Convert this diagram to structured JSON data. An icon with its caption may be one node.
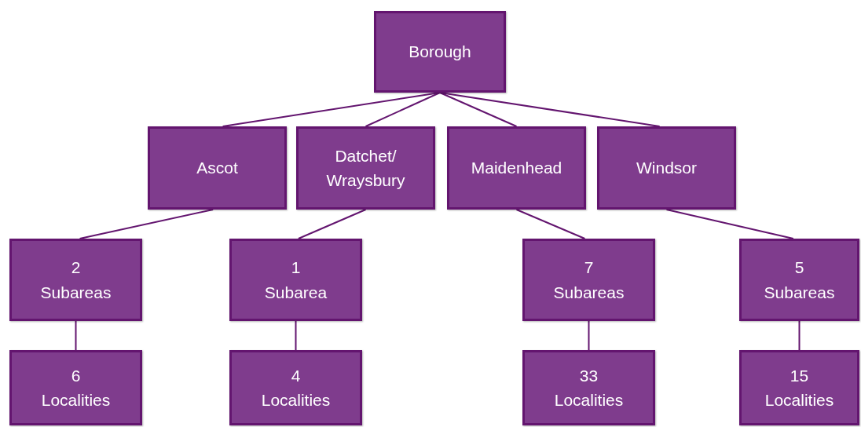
{
  "diagram": {
    "nodes": [
      {
        "text": [
          "Borough"
        ]
      },
      {
        "text": [
          "Ascot"
        ]
      },
      {
        "text": [
          "Datchet/ Wraysbury"
        ]
      },
      {
        "text": [
          "Maidenhead"
        ]
      },
      {
        "text": [
          "Windsor"
        ]
      },
      {
        "text": [
          "2 Subareas"
        ]
      },
      {
        "text": [
          "1 Subarea"
        ]
      },
      {
        "text": [
          "7 Subareas"
        ]
      },
      {
        "text": [
          "5 Subareas"
        ]
      },
      {
        "text": [
          "6 Localities"
        ]
      },
      {
        "text": [
          "4 Localities"
        ]
      },
      {
        "text": [
          "33 Localities"
        ]
      },
      {
        "text": [
          "15 Localities"
        ]
      }
    ],
    "edges": [
      {
        "from": 0,
        "to": 1,
        "arrow": "none"
      },
      {
        "from": 0,
        "to": 2,
        "arrow": "none"
      },
      {
        "from": 0,
        "to": 3,
        "arrow": "none"
      },
      {
        "from": 0,
        "to": 4,
        "arrow": "none"
      },
      {
        "from": 1,
        "to": 5,
        "arrow": "none"
      },
      {
        "from": 2,
        "to": 6,
        "arrow": "none"
      },
      {
        "from": 3,
        "to": 7,
        "arrow": "none"
      },
      {
        "from": 4,
        "to": 8,
        "arrow": "none"
      },
      {
        "from": 5,
        "to": 9,
        "arrow": "none"
      },
      {
        "from": 6,
        "to": 10,
        "arrow": "none"
      },
      {
        "from": 7,
        "to": 11,
        "arrow": "none"
      },
      {
        "from": 8,
        "to": 12,
        "arrow": "none"
      }
    ]
  }
}
